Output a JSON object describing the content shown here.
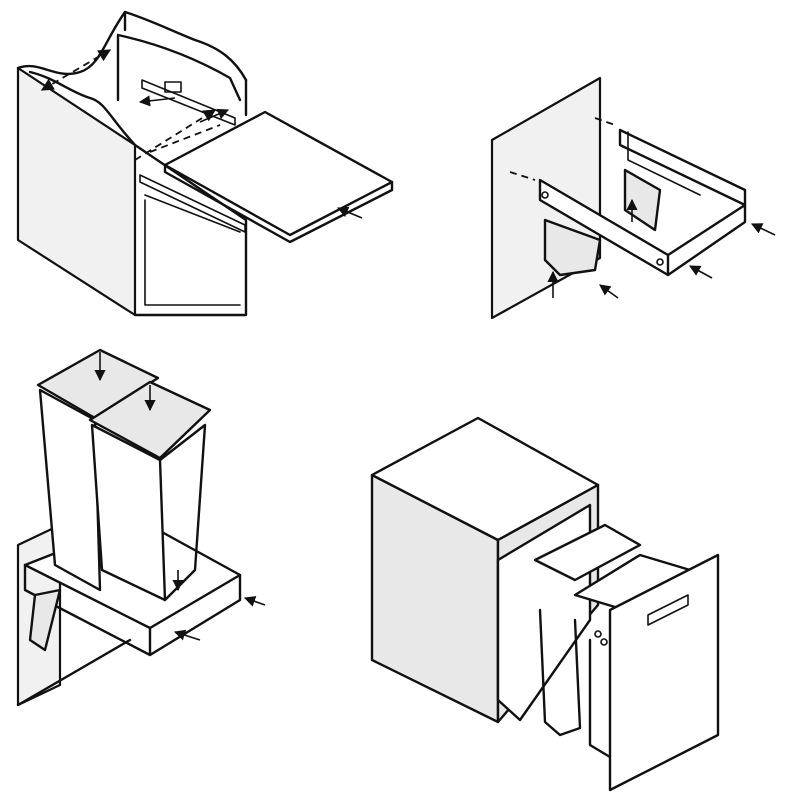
{
  "figure": {
    "background": "#ffffff",
    "line_color": "#111111",
    "panel_fill": "#e8e8e8",
    "panels": [
      {
        "icon": "cabinet-with-drawer-bottom-illustration"
      },
      {
        "icon": "pullout-frame-mounting-illustration"
      },
      {
        "icon": "bins-on-frame-illustration"
      },
      {
        "icon": "assembled-pullout-cabinet-illustration"
      }
    ]
  }
}
